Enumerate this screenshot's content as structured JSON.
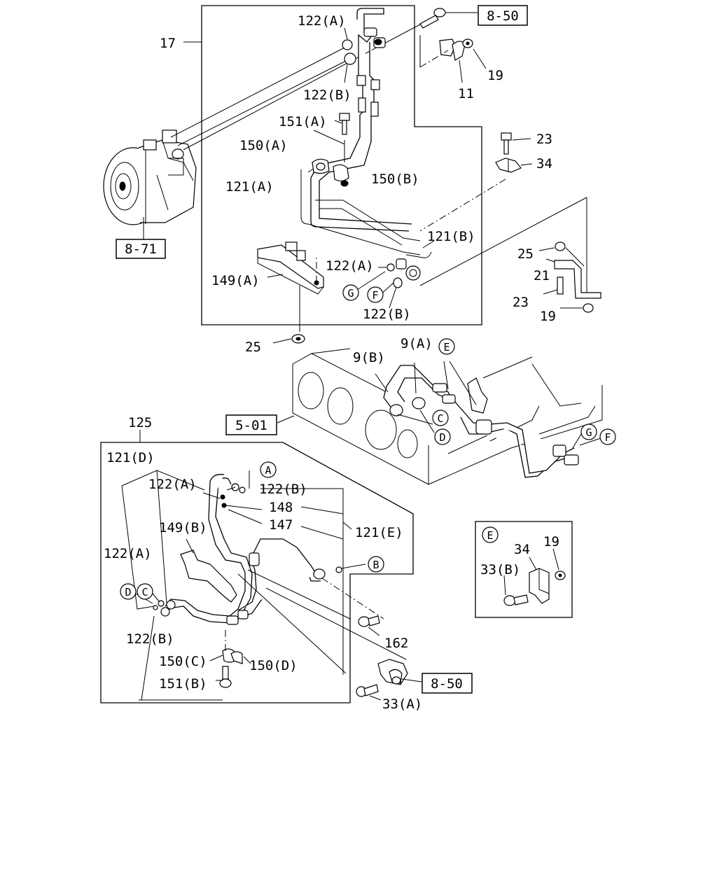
{
  "diagram": {
    "refs": {
      "r_850_top": "8-50",
      "r_871": "8-71",
      "r_501": "5-01",
      "r_850_bottom": "8-50"
    },
    "circled": {
      "g_top": "G",
      "f_top": "F",
      "e_mid": "E",
      "c_mid": "C",
      "d_mid": "D",
      "g_right": "G",
      "f_right": "F",
      "a_bot": "A",
      "b_bot": "B",
      "d_bot": "D",
      "c_bot": "C",
      "e_inset": "E"
    },
    "labels": {
      "l_17": "17",
      "l_122a_top": "122(A)",
      "l_122b_top": "122(B)",
      "l_19_top": "19",
      "l_11": "11",
      "l_151a": "151(A)",
      "l_150a": "150(A)",
      "l_150b": "150(B)",
      "l_121a": "121(A)",
      "l_23_top": "23",
      "l_34_top": "34",
      "l_121b": "121(B)",
      "l_25_right": "25",
      "l_21": "21",
      "l_23_right": "23",
      "l_19_right": "19",
      "l_122a_mid": "122(A)",
      "l_149a": "149(A)",
      "l_122b_mid": "122(B)",
      "l_25_bottom": "25",
      "l_9b": "9(B)",
      "l_9a": "9(A)",
      "l_125": "125",
      "l_121d": "121(D)",
      "l_122a_bot": "122(A)",
      "l_122b_bot1": "122(B)",
      "l_148": "148",
      "l_147": "147",
      "l_121e": "121(E)",
      "l_149b": "149(B)",
      "l_122a_left": "122(A)",
      "l_122b_left": "122(B)",
      "l_150c": "150(C)",
      "l_150d": "150(D)",
      "l_151b": "151(B)",
      "l_162": "162",
      "l_33a": "33(A)",
      "l_34_inset": "34",
      "l_19_inset": "19",
      "l_33b_inset": "33(B)"
    }
  }
}
